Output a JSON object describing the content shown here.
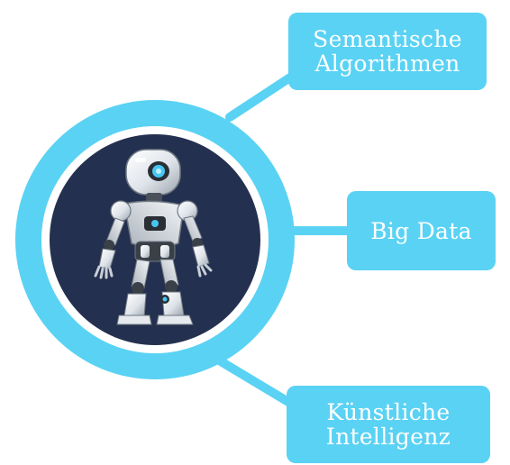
{
  "colors": {
    "accent": "#5ad2f4",
    "ring_white": "#ffffff",
    "core": "#24304f",
    "label_text": "#ffffff"
  },
  "center": {
    "image": "robot-illustration"
  },
  "labels": {
    "semantic": [
      "Semantische",
      "Algorithmen"
    ],
    "bigdata": [
      "Big Data"
    ],
    "ki": [
      "Künstliche",
      "Intelligenz"
    ]
  }
}
